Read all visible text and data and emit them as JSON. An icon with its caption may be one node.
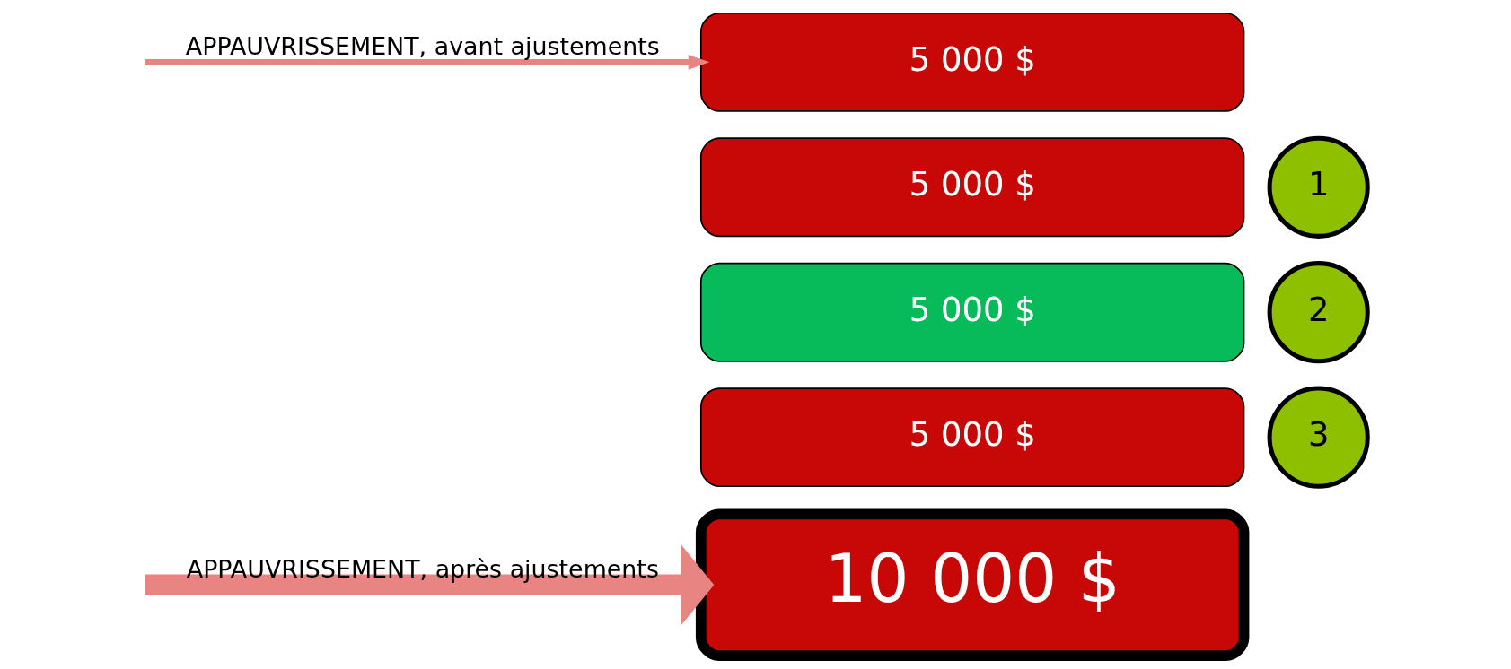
{
  "diagram": {
    "nodes": [
      {
        "text": [
          "5 000 $"
        ]
      },
      {
        "text": [
          "5 000 $"
        ]
      },
      {
        "text": [
          "1"
        ]
      },
      {
        "text": [
          "5 000 $"
        ]
      },
      {
        "text": [
          "2"
        ]
      },
      {
        "text": [
          "5 000 $"
        ]
      },
      {
        "text": [
          "3"
        ]
      },
      {
        "text": [
          "10 000 $"
        ]
      }
    ],
    "edges": [
      {
        "from": null,
        "to": 0,
        "arrow": "to",
        "label": "APPAUVRISSEMENT, avant ajustements"
      },
      {
        "from": null,
        "to": 7,
        "arrow": "to",
        "label": "APPAUVRISSEMENT, après ajustements",
        "style": "thick"
      }
    ]
  }
}
